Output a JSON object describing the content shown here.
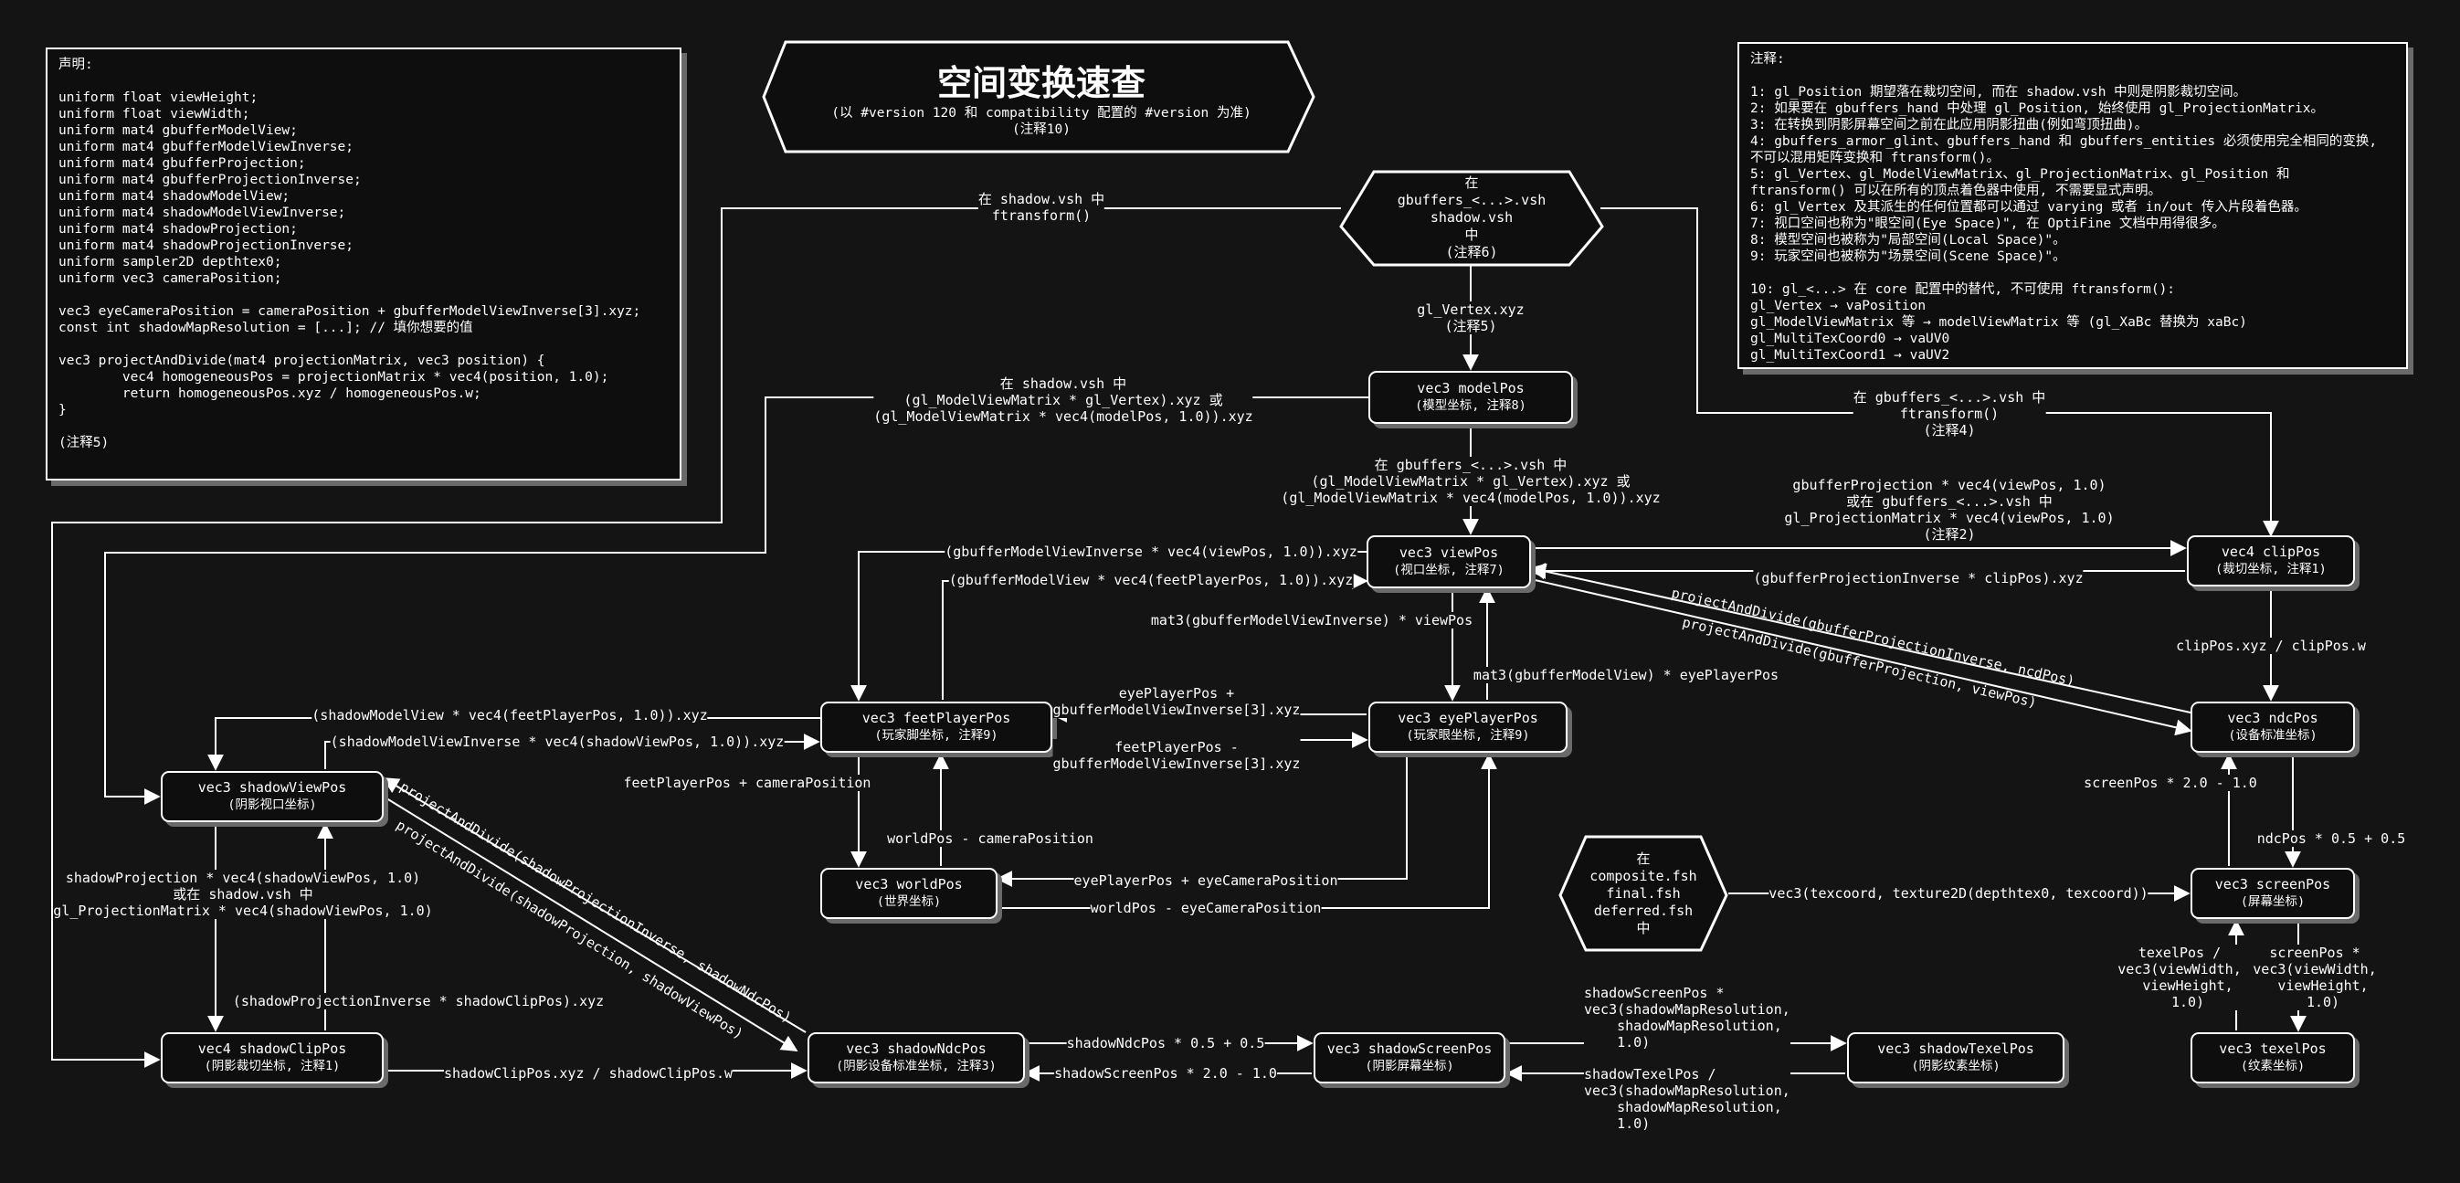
{
  "title": {
    "main": "空间变换速查",
    "sub1": "(以 #version 120 和 compatibility 配置的 #version 为准)",
    "sub2": "(注释10)"
  },
  "declarations": [
    "声明:",
    "",
    "uniform float viewHeight;",
    "uniform float viewWidth;",
    "uniform mat4 gbufferModelView;",
    "uniform mat4 gbufferModelViewInverse;",
    "uniform mat4 gbufferProjection;",
    "uniform mat4 gbufferProjectionInverse;",
    "uniform mat4 shadowModelView;",
    "uniform mat4 shadowModelViewInverse;",
    "uniform mat4 shadowProjection;",
    "uniform mat4 shadowProjectionInverse;",
    "uniform sampler2D depthtex0;",
    "uniform vec3 cameraPosition;",
    "",
    "vec3 eyeCameraPosition = cameraPosition + gbufferModelViewInverse[3].xyz;",
    "const int shadowMapResolution = [...]; // 填你想要的值",
    "",
    "vec3 projectAndDivide(mat4 projectionMatrix, vec3 position) {",
    "        vec4 homogeneousPos = projectionMatrix * vec4(position, 1.0);",
    "        return homogeneousPos.xyz / homogeneousPos.w;",
    "}",
    "",
    "(注释5)"
  ],
  "notes": [
    "注释:",
    "",
    "1: gl_Position 期望落在裁切空间, 而在 shadow.vsh 中则是阴影裁切空间。",
    "2: 如果要在 gbuffers_hand 中处理 gl_Position, 始终使用 gl_ProjectionMatrix。",
    "3: 在转换到阴影屏幕空间之前在此应用阴影扭曲(例如弯顶扭曲)。",
    "4: gbuffers_armor_glint、gbuffers_hand 和 gbuffers_entities 必须使用完全相同的变换,",
    "不可以混用矩阵变换和 ftransform()。",
    "5: gl_Vertex、gl_ModelViewMatrix、gl_ProjectionMatrix、gl_Position 和",
    "ftransform() 可以在所有的顶点着色器中使用, 不需要显式声明。",
    "6: gl_Vertex 及其派生的任何位置都可以通过 varying 或者 in/out 传入片段着色器。",
    "7: 视口空间也称为\"眼空间(Eye Space)\", 在 OptiFine 文档中用得很多。",
    "8: 模型空间也被称为\"局部空间(Local Space)\"。",
    "9: 玩家空间也被称为\"场景空间(Scene Space)\"。",
    "",
    "10: gl_<...> 在 core 配置中的替代, 不可使用 ftransform():",
    "gl_Vertex → vaPosition",
    "gl_ModelViewMatrix 等 → modelViewMatrix 等 (gl_XaBc 替换为 xaBc)",
    "gl_MultiTexCoord0 → vaUV0",
    "gl_MultiTexCoord1 → vaUV2"
  ],
  "hex_top": [
    "在",
    "gbuffers_<...>.vsh",
    "shadow.vsh",
    "中",
    "(注释6)"
  ],
  "hex_bottom": [
    "在",
    "composite.fsh",
    "final.fsh",
    "deferred.fsh",
    "中"
  ],
  "nodes": {
    "model": [
      "vec3 modelPos",
      "(模型坐标, 注释8)"
    ],
    "view": [
      "vec3 viewPos",
      "(视口坐标, 注释7)"
    ],
    "clip": [
      "vec4 clipPos",
      "(裁切坐标, 注释1)"
    ],
    "ndc": [
      "vec3 ndcPos",
      "(设备标准坐标)"
    ],
    "screen": [
      "vec3 screenPos",
      "(屏幕坐标)"
    ],
    "texel": [
      "vec3 texelPos",
      "(纹素坐标)"
    ],
    "feet": [
      "vec3 feetPlayerPos",
      "(玩家脚坐标, 注释9)"
    ],
    "eye": [
      "vec3 eyePlayerPos",
      "(玩家眼坐标, 注释9)"
    ],
    "world": [
      "vec3 worldPos",
      "(世界坐标)"
    ],
    "shadowView": [
      "vec3 shadowViewPos",
      "(阴影视口坐标)"
    ],
    "shadowClip": [
      "vec4 shadowClipPos",
      "(阴影裁切坐标, 注释1)"
    ],
    "shadowNdc": [
      "vec3 shadowNdcPos",
      "(阴影设备标准坐标, 注释3)"
    ],
    "shadowScreen": [
      "vec3 shadowScreenPos",
      "(阴影屏幕坐标)"
    ],
    "shadowTexel": [
      "vec3 shadowTexelPos",
      "(阴影纹素坐标)"
    ]
  },
  "edges": {
    "ftransform_shadow": "在 shadow.vsh 中\nftransform()",
    "gl_vertex": "gl_Vertex.xyz\n(注释5)",
    "ftransform_gbuffers": "在 gbuffers_<...>.vsh 中\nftransform()\n(注释4)",
    "model_to_shadowview": "在 shadow.vsh 中\n(gl_ModelViewMatrix * gl_Vertex).xyz 或\n(gl_ModelViewMatrix * vec4(modelPos, 1.0)).xyz",
    "model_to_view": "在 gbuffers_<...>.vsh 中\n(gl_ModelViewMatrix * gl_Vertex).xyz 或\n(gl_ModelViewMatrix * vec4(modelPos, 1.0)).xyz",
    "view_to_clip": "gbufferProjection * vec4(viewPos, 1.0)\n或在 gbuffers_<...>.vsh 中\ngl_ProjectionMatrix * vec4(viewPos, 1.0)\n(注释2)",
    "clip_to_view": "(gbufferProjectionInverse * clipPos).xyz",
    "view_to_feet": "(gbufferModelViewInverse * vec4(viewPos, 1.0)).xyz",
    "feet_to_view": "(gbufferModelView * vec4(feetPlayerPos, 1.0)).xyz",
    "view_to_eye": "mat3(gbufferModelViewInverse) * viewPos",
    "eye_to_view": "mat3(gbufferModelView) * eyePlayerPos",
    "ndc_to_view": "projectAndDivide(gbufferProjectionInverse, ncdPos)",
    "view_to_ndc": "projectAndDivide(gbufferProjection, viewPos)",
    "clip_to_ndc": "clipPos.xyz / clipPos.w",
    "ndc_to_screen": "ndcPos * 0.5 + 0.5",
    "screen_to_ndc": "screenPos * 2.0 - 1.0",
    "depth_to_screen": "vec3(texcoord, texture2D(depthtex0, texcoord))",
    "texel_to_screen": "texelPos /\nvec3(viewWidth,\n  viewHeight,\n  1.0)",
    "screen_to_texel": "screenPos *\nvec3(viewWidth,\n  viewHeight,\n  1.0)",
    "eye_to_feet": "eyePlayerPos +\ngbufferModelViewInverse[3].xyz",
    "feet_to_eye": "feetPlayerPos -\ngbufferModelViewInverse[3].xyz",
    "feet_to_world": "feetPlayerPos + cameraPosition",
    "world_to_feet": "worldPos - cameraPosition",
    "eye_to_world": "eyePlayerPos + eyeCameraPosition",
    "world_to_eye": "worldPos - eyeCameraPosition",
    "feet_to_shadowview": "(shadowModelView * vec4(feetPlayerPos, 1.0)).xyz",
    "shadowview_to_feet": "(shadowModelViewInverse * vec4(shadowViewPos, 1.0)).xyz",
    "shadowview_to_shadowclip": "shadowProjection * vec4(shadowViewPos, 1.0)\n或在 shadow.vsh 中\ngl_ProjectionMatrix * vec4(shadowViewPos, 1.0)",
    "shadowclip_to_shadowview": "(shadowProjectionInverse * shadowClipPos).xyz",
    "shadowndc_to_shadowview": "projectAndDivide(shadowProjectionInverse, shadowNdcPos)",
    "shadowview_to_shadowndc": "projectAndDivide(shadowProjection, shadowViewPos)",
    "shadowclip_to_shadowndc": "shadowClipPos.xyz / shadowClipPos.w",
    "shadowndc_to_shadowscreen": "shadowNdcPos * 0.5 + 0.5",
    "shadowscreen_to_shadowndc": "shadowScreenPos * 2.0 - 1.0",
    "shadowscreen_to_shadowtexel": "shadowScreenPos *\nvec3(shadowMapResolution,\n    shadowMapResolution,\n    1.0)",
    "shadowtexel_to_shadowscreen": "shadowTexelPos /\nvec3(shadowMapResolution,\n    shadowMapResolution,\n    1.0)"
  }
}
